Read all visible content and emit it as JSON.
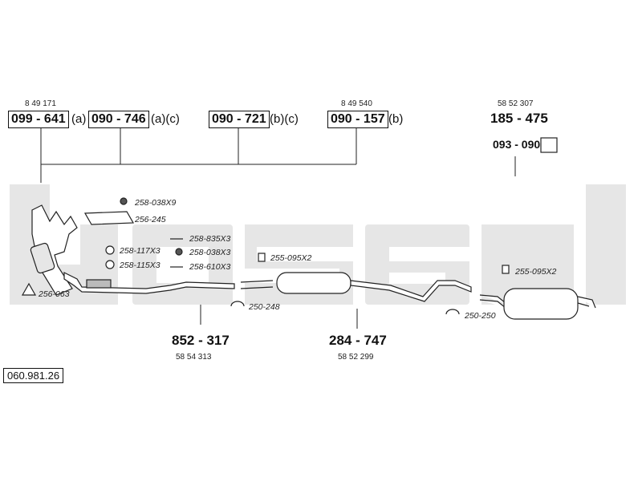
{
  "watermark": "bosal",
  "diagram_number": "060.981.26",
  "groups": [
    {
      "ref": "8 49 171",
      "code": "099 - 641",
      "suffix": "(a)"
    },
    {
      "code": "090 - 746",
      "suffix": "(a)(c)"
    },
    {
      "code": "090 - 721",
      "suffix": "(b)(c)"
    },
    {
      "ref": "8 49 540",
      "code": "090 - 157",
      "suffix": "(b)"
    }
  ],
  "rear_part": {
    "ref": "58 52 307",
    "code": "185 - 475",
    "bracket": "093 - 090"
  },
  "front_pipe": {
    "code": "852 - 317",
    "ref": "58 54 313"
  },
  "center_silencer": {
    "code": "284 - 747",
    "ref": "58 52 299"
  },
  "part_labels": {
    "nut": "258-038X9",
    "manifold_gasket": "256-245",
    "stud": "258-835X3",
    "ring_a": "258-117X3",
    "nut_b": "258-038X3",
    "ring_b": "258-115X3",
    "bolt": "258-610X3",
    "gasket_ring": "256-063",
    "clamp_front": "255-095X2",
    "clamp_ring_front": "250-248",
    "clamp_rear": "255-095X2",
    "clamp_ring_rear": "250-250"
  }
}
